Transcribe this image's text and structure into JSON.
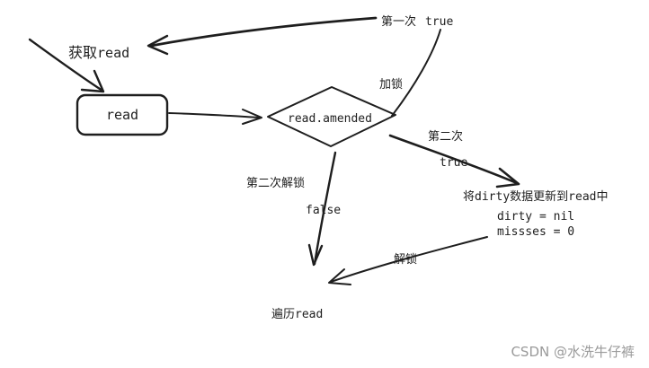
{
  "nodes": {
    "start_label": {
      "cjk": "获取",
      "mono": "read"
    },
    "read_box": "read",
    "decision": "read.amended",
    "update_action": {
      "cjk_prefix": "将",
      "mono": "dirty",
      "cjk_mid": "数据更新到",
      "mono2": "read",
      "cjk_suffix": "中"
    },
    "dirty_nil": "dirty = nil",
    "misses_zero": "missses = 0",
    "iterate": {
      "cjk": "遍历",
      "mono": "read"
    }
  },
  "edge_labels": {
    "first_time": {
      "cjk": "第一次",
      "mono": "true"
    },
    "lock": "加锁",
    "second_time": "第二次",
    "second_true": "true",
    "second_unlock": "第二次解锁",
    "false": "false",
    "unlock": "解锁"
  },
  "watermark": "CSDN @水洗牛仔裤"
}
